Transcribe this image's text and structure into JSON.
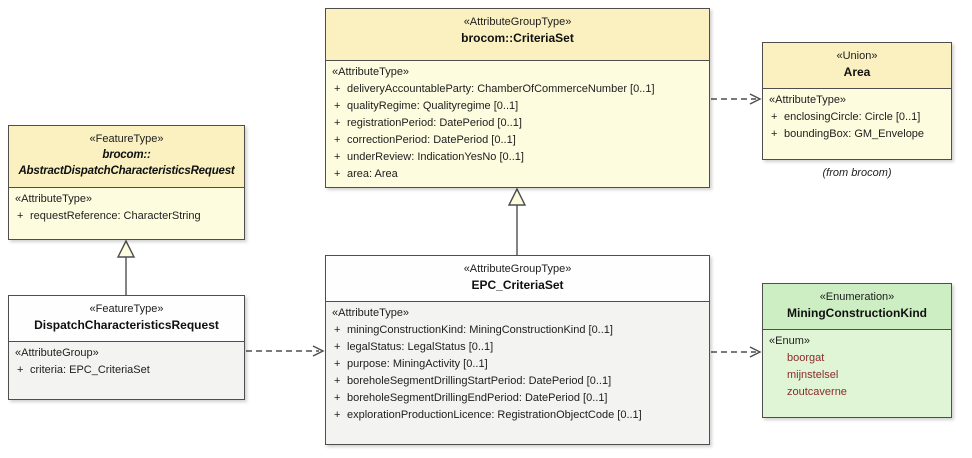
{
  "symbols": {
    "plus": "+"
  },
  "classes": {
    "abstractRequest": {
      "stereotype": "«FeatureType»",
      "name_line1": "brocom::",
      "name_line2": "AbstractDispatchCharacteristicsRequest",
      "section_label": "«AttributeType»",
      "attributes": [
        "requestReference: CharacterString"
      ]
    },
    "dispatchRequest": {
      "stereotype": "«FeatureType»",
      "name": "DispatchCharacteristicsRequest",
      "section_label": "«AttributeGroup»",
      "attributes": [
        "criteria: EPC_CriteriaSet"
      ]
    },
    "criteriaSet": {
      "stereotype": "«AttributeGroupType»",
      "name": "brocom::CriteriaSet",
      "section_label": "«AttributeType»",
      "attributes": [
        "deliveryAccountableParty: ChamberOfCommerceNumber [0..1]",
        "qualityRegime: Qualityregime [0..1]",
        "registrationPeriod: DatePeriod [0..1]",
        "correctionPeriod: DatePeriod [0..1]",
        "underReview: IndicationYesNo [0..1]",
        "area: Area"
      ]
    },
    "epcCriteriaSet": {
      "stereotype": "«AttributeGroupType»",
      "name": "EPC_CriteriaSet",
      "section_label": "«AttributeType»",
      "attributes": [
        "miningConstructionKind: MiningConstructionKind [0..1]",
        "legalStatus: LegalStatus [0..1]",
        "purpose: MiningActivity [0..1]",
        "boreholeSegmentDrillingStartPeriod: DatePeriod [0..1]",
        "boreholeSegmentDrillingEndPeriod: DatePeriod [0..1]",
        "explorationProductionLicence: RegistrationObjectCode [0..1]"
      ]
    },
    "area": {
      "stereotype": "«Union»",
      "name": "Area",
      "section_label": "«AttributeType»",
      "attributes": [
        "enclosingCircle: Circle [0..1]",
        "boundingBox: GM_Envelope"
      ],
      "footnote": "(from brocom)"
    },
    "miningConstructionKind": {
      "stereotype": "«Enumeration»",
      "name": "MiningConstructionKind",
      "section_label": "«Enum»",
      "literals": [
        "boorgat",
        "mijnstelsel",
        "zoutcaverne"
      ]
    }
  },
  "colors": {
    "yellow_header": "#faf0c0",
    "yellow_body": "#fefcdf",
    "white_header": "#fefefe",
    "white_body": "#f3f3f1",
    "green_header": "#cdeec3",
    "green_body": "#e0f5d6",
    "border": "#4e4e4e",
    "enum_literal": "#8a2b2b"
  }
}
